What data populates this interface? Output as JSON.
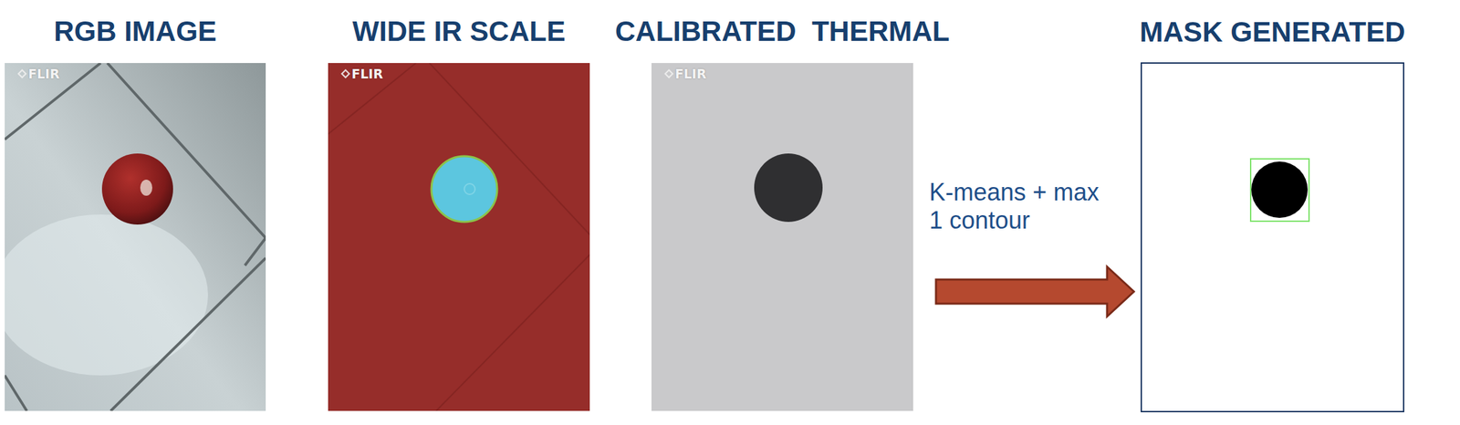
{
  "diagram": {
    "nodes": [
      {
        "text": [
          "RGB IMAGE"
        ]
      },
      {
        "text": [
          "WIDE IR SCALE"
        ]
      },
      {
        "text": [
          "CALIBRATED  THERMAL"
        ]
      },
      {
        "text": [
          "MASK GENERATED"
        ]
      }
    ],
    "edges": [
      {
        "from": 2,
        "to": 3,
        "arrow": "to",
        "label": "K-means + max 1 contour"
      }
    ],
    "labels": [
      "FLIR",
      "FLIR",
      "FLIR"
    ]
  }
}
